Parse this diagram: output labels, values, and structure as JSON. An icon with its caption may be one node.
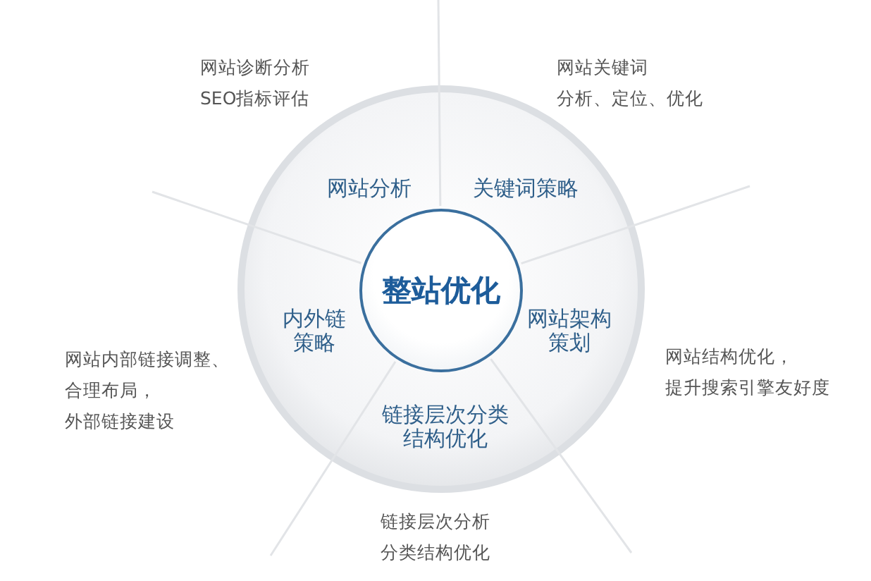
{
  "diagram": {
    "nodes": [
      {
        "text": [
          "整站优化"
        ]
      },
      {
        "text": [
          "网站分析"
        ]
      },
      {
        "text": [
          "关键词策略"
        ]
      },
      {
        "text": [
          "网站架构策划"
        ]
      },
      {
        "text": [
          "链接层次分类结构优化"
        ]
      },
      {
        "text": [
          "内外链策略"
        ]
      }
    ],
    "labels": [
      "网站诊断分析SEO指标评估",
      "网站关键词分析、定位、优化",
      "网站内部链接调整、合理布局，外部链接建设",
      "网站结构优化，提升搜索引擎友好度",
      "链接层次分析分类结构优化"
    ]
  }
}
